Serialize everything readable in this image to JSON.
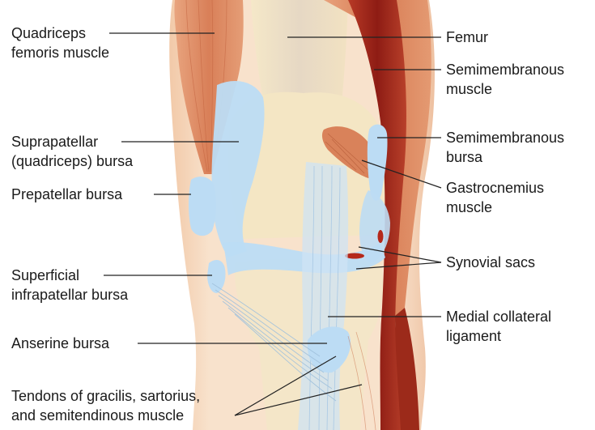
{
  "labels": {
    "quadriceps": [
      "Quadriceps",
      "femoris muscle"
    ],
    "suprapatellar": [
      "Suprapatellar",
      "(quadriceps) bursa"
    ],
    "prepatellar": [
      "Prepatellar bursa"
    ],
    "superficial_infrapatellar": [
      "Superficial",
      "infrapatellar bursa"
    ],
    "anserine": [
      "Anserine bursa"
    ],
    "tendons": [
      "Tendons of gracilis, sartorius,",
      "and semitendinous muscle"
    ],
    "femur": [
      "Femur"
    ],
    "semimembranous_muscle": [
      "Semimembranous",
      "muscle"
    ],
    "semimembranous_bursa": [
      "Semimembranous",
      "bursa"
    ],
    "gastrocnemius": [
      "Gastrocnemius",
      "muscle"
    ],
    "synovial_sacs": [
      "Synovial sacs"
    ],
    "medial_collateral": [
      "Medial collateral",
      "ligament"
    ]
  },
  "colors": {
    "skin": "#f6dcc4",
    "bone": "#f4e6c4",
    "bursa": "#bcdcf4",
    "muscle": "#d9825a",
    "muscle_dark": "#a8281c",
    "leader": "#222222"
  }
}
